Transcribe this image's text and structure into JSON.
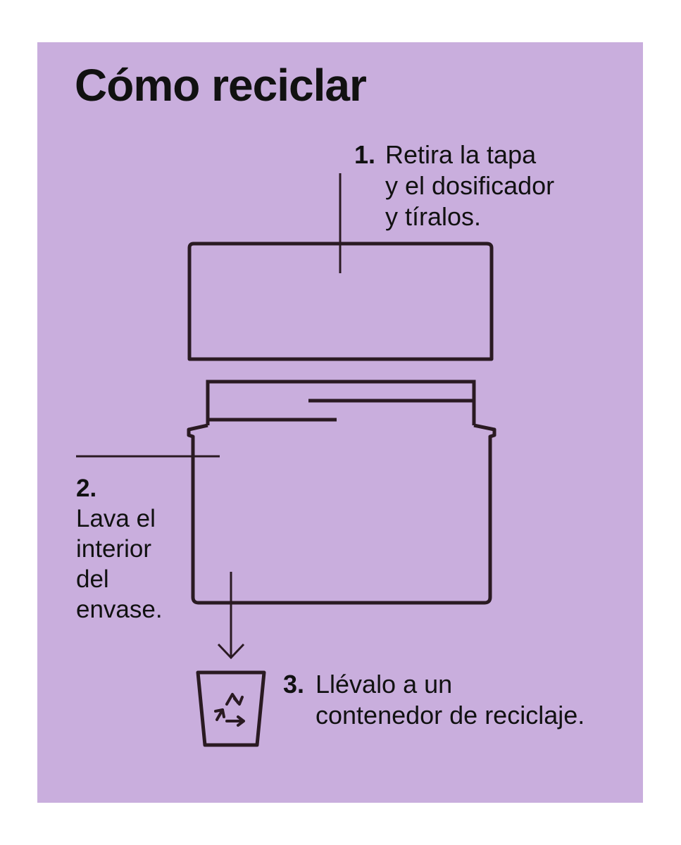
{
  "title": "Cómo reciclar",
  "steps": [
    {
      "number": "1.",
      "lines": [
        "Retira la tapa",
        "y el dosificador",
        "y tíralos."
      ]
    },
    {
      "number": "2.",
      "lines": [
        "Lava el",
        "interior",
        "del",
        "envase."
      ]
    },
    {
      "number": "3.",
      "lines": [
        "Llévalo a un",
        "contenedor de reciclaje."
      ]
    }
  ],
  "colors": {
    "background": "#c9aedd",
    "ink": "#111111",
    "outline": "#2a1a22"
  },
  "icons": [
    "lid-illustration",
    "jar-illustration",
    "down-arrow-icon",
    "recycle-bin-icon"
  ]
}
